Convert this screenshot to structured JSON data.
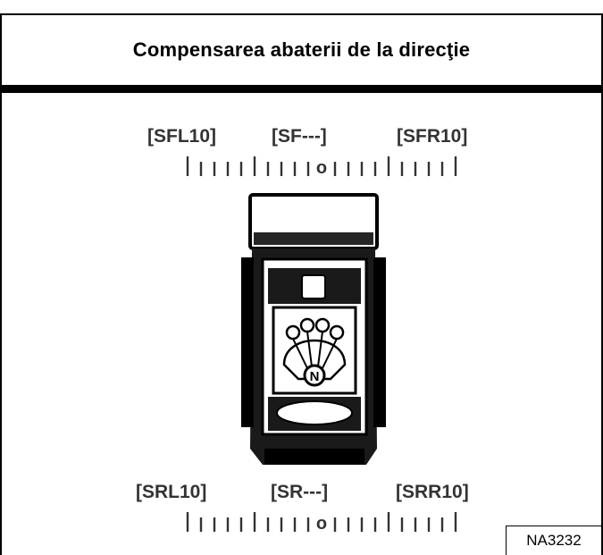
{
  "title": "Compensarea abaterii de la direcţie",
  "front_labels": {
    "left": "[SFL10]",
    "center": "[SF---]",
    "right": "[SFR10]"
  },
  "rear_labels": {
    "left": "[SRL10]",
    "center": "[SR---]",
    "right": "[SRR10]"
  },
  "scale_center_mark": "o",
  "figure_id": "NA3232",
  "switch_center_letter": "N",
  "colors": {
    "ink": "#000000",
    "label": "#333333",
    "background": "#ffffff"
  }
}
